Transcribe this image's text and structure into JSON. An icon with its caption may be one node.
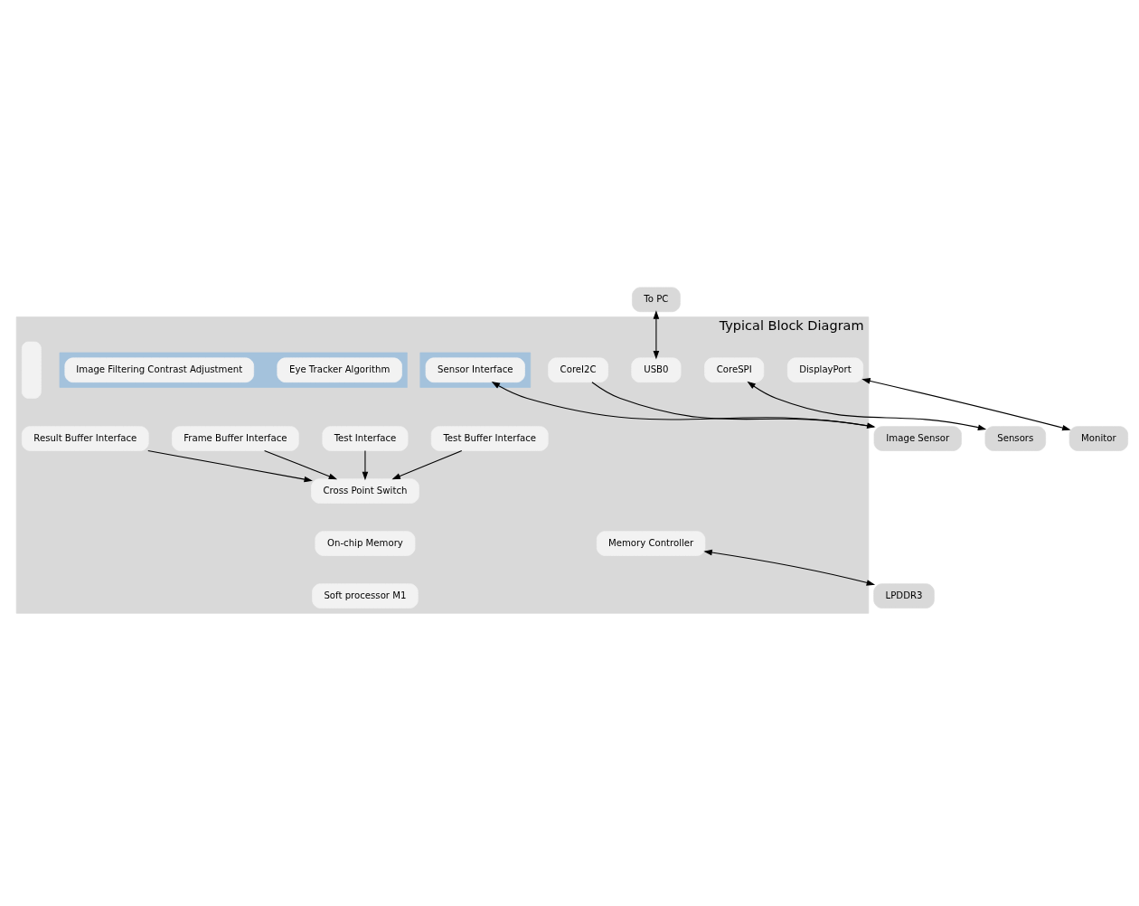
{
  "diagram": {
    "nodes": [
      {
        "text": [
          "Typical Block Diagram"
        ]
      },
      {
        "text": [],
        "shape": "box",
        "in": 0
      },
      {
        "text": [
          "Sensor Interface"
        ],
        "in": 1
      },
      {
        "text": [],
        "shape": "bar",
        "in": 0
      },
      {
        "text": [],
        "shape": "box",
        "in": 0
      },
      {
        "text": [
          "Image Filtering Contrast Adjustment"
        ],
        "in": 4
      },
      {
        "text": [
          "Eye Tracker Algorithm"
        ],
        "in": 4
      },
      {
        "text": [
          "Frame Buffer Interface"
        ],
        "in": 0
      },
      {
        "text": [
          "Test Buffer Interface"
        ],
        "in": 0
      },
      {
        "text": [
          "Test Interface"
        ],
        "in": 0
      },
      {
        "text": [
          "Result Buffer Interface"
        ],
        "in": 0
      },
      {
        "text": [
          "Image Sensor"
        ]
      },
      {
        "text": [
          "CoreI2C"
        ],
        "in": 0
      },
      {
        "text": [
          "Cross Point Switch"
        ],
        "in": 0
      },
      {
        "text": [
          "To PC"
        ]
      },
      {
        "text": [
          "USB0"
        ],
        "in": 0
      },
      {
        "text": [
          "On-chip Memory"
        ],
        "in": 0
      },
      {
        "text": [
          "Memory Controller"
        ],
        "in": 0
      },
      {
        "text": [
          "Sensors"
        ]
      },
      {
        "text": [
          "CoreSPI"
        ],
        "in": 0
      },
      {
        "text": [
          "Monitor"
        ]
      },
      {
        "text": [
          "DisplayPort"
        ],
        "in": 0
      },
      {
        "text": [
          "Soft processor M1"
        ],
        "in": 0
      },
      {
        "text": [
          "LPDDR3"
        ]
      }
    ],
    "edges": [
      {
        "from": 11,
        "to": 2,
        "arrow": "to"
      },
      {
        "from": 12,
        "to": 11,
        "arrow": "to"
      },
      {
        "from": 7,
        "to": 13,
        "arrow": "to"
      },
      {
        "from": 8,
        "to": 13,
        "arrow": "to"
      },
      {
        "from": 9,
        "to": 13,
        "arrow": "to"
      },
      {
        "from": 10,
        "to": 13,
        "arrow": "to"
      },
      {
        "from": 14,
        "to": 15,
        "arrow": "both"
      },
      {
        "from": 18,
        "to": 19,
        "arrow": "both"
      },
      {
        "from": 20,
        "to": 21,
        "arrow": "both"
      },
      {
        "from": 17,
        "to": 23,
        "arrow": "both"
      }
    ]
  }
}
